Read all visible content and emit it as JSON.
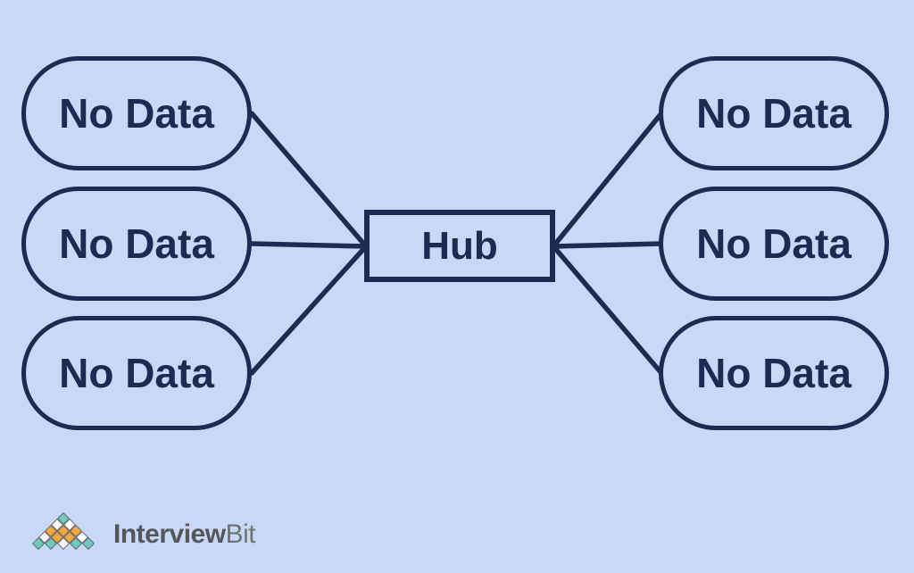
{
  "diagram": {
    "hub": {
      "label": "Hub"
    },
    "left_nodes": [
      {
        "label": "No Data"
      },
      {
        "label": "No Data"
      },
      {
        "label": "No Data"
      }
    ],
    "right_nodes": [
      {
        "label": "No Data"
      },
      {
        "label": "No Data"
      },
      {
        "label": "No Data"
      }
    ]
  },
  "branding": {
    "logo_text_primary": "Interview",
    "logo_text_secondary": "Bit",
    "pyramid_rows": [
      [
        "teal"
      ],
      [
        "white",
        "white"
      ],
      [
        "orange",
        "orange",
        "orange"
      ],
      [
        "white",
        "orange",
        "orange",
        "white"
      ],
      [
        "teal",
        "teal",
        "white",
        "teal",
        "teal"
      ]
    ]
  },
  "colors": {
    "background": "#c7d9f6",
    "stroke": "#1c2b51",
    "logo_teal": "#6fcac4",
    "logo_orange": "#f2a93d",
    "logo_white": "#ffffff",
    "logo_outline": "#6b6c6e",
    "logo_text_primary": "#55565a",
    "logo_text_secondary": "#717275"
  }
}
